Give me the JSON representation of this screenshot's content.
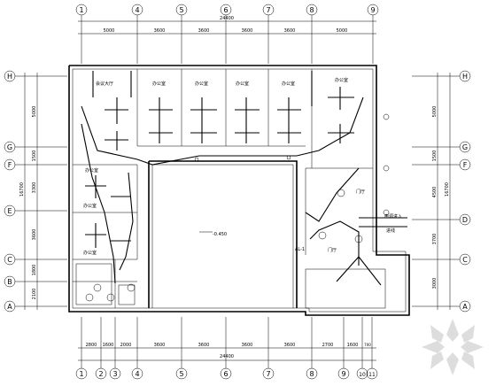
{
  "axes": {
    "top": [
      "1",
      "4",
      "5",
      "6",
      "7",
      "8",
      "9"
    ],
    "bottom": [
      "1",
      "2",
      "3",
      "4",
      "5",
      "6",
      "7",
      "8",
      "9",
      "10",
      "11"
    ],
    "left": [
      "H",
      "G",
      "F",
      "E",
      "C",
      "B",
      "A"
    ],
    "right": [
      "H",
      "G",
      "F",
      "D",
      "C",
      "A"
    ]
  },
  "dimensions": {
    "top_total": "24400",
    "top_segments": [
      "5000",
      "3600",
      "3600",
      "3600",
      "3600",
      "5000"
    ],
    "bottom_total": "24400",
    "bottom_segments": [
      "2800",
      "1600",
      "2000",
      "3600",
      "3600",
      "3600",
      "3600",
      "2700",
      "1600",
      "700"
    ],
    "left_segments": [
      "5000",
      "1500",
      "3300",
      "3600",
      "1800",
      "2100"
    ],
    "left_total": "16700",
    "right_segments": [
      "5000",
      "1500",
      "4500",
      "3700",
      "3000"
    ],
    "right_total": "16700"
  },
  "rooms": {
    "office": "办公室",
    "conference": "会议大厅",
    "hall": "门厅",
    "elevation": "-0.450",
    "panel": "AL-1",
    "wiring1": "电源进入",
    "wiring2": "进线"
  }
}
